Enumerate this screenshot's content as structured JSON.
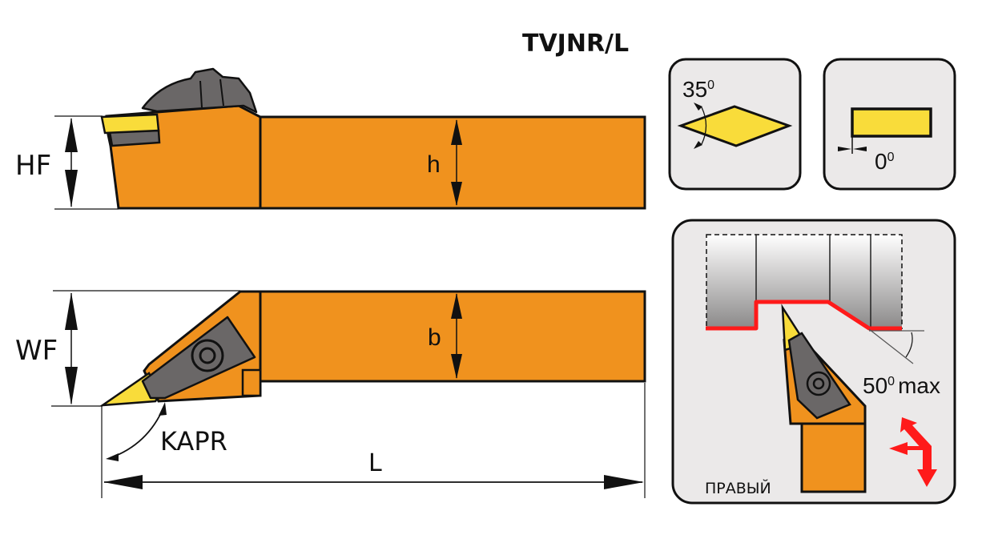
{
  "title": "TVJNR/L",
  "side_view": {
    "hf_label": "HF",
    "h_label": "h"
  },
  "top_view": {
    "wf_label": "WF",
    "b_label": "b",
    "kapr_label": "KAPR",
    "l_label": "L"
  },
  "insert_shape_card": {
    "angle_value": "35",
    "angle_unit": "0"
  },
  "clearance_card": {
    "angle_value": "0",
    "angle_unit": "0"
  },
  "application_card": {
    "angle_value": "50",
    "angle_unit": "0",
    "angle_suffix": "max",
    "hand_label": "ПРАВЫЙ"
  },
  "colors": {
    "holder_orange": "#F0921E",
    "insert_yellow": "#F9DC3A",
    "clamp_gray": "#6A6767",
    "card_bg": "#EBE9E9",
    "profile_red": "#FF1A1A",
    "outline": "#111111"
  }
}
